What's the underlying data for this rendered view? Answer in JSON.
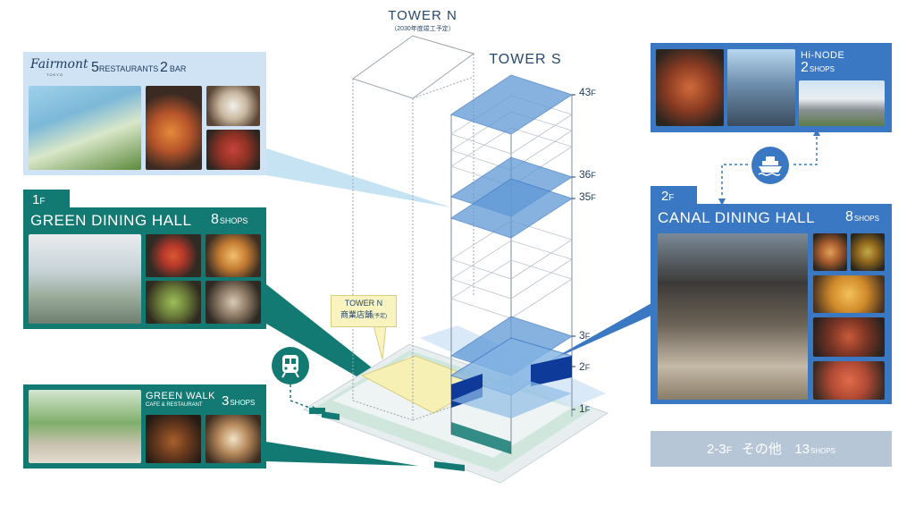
{
  "towers": {
    "north_title": "TOWER N",
    "north_sub": "（2030年度竣工予定）",
    "south_title": "TOWER S",
    "north_retail_line1": "TOWER N",
    "north_retail_line2": "商業店舗",
    "north_retail_note": "(予定)"
  },
  "floors": {
    "f43": "43",
    "f36": "36",
    "f35": "35",
    "f3": "3",
    "f2": "2",
    "f1": "1",
    "suffix": "F"
  },
  "fairmont": {
    "logo": "Fairmont",
    "logo_sub": "TOKYO",
    "restaurants_count": "5",
    "restaurants_label": "RESTAURANTS",
    "bar_count": "2",
    "bar_label": "BAR"
  },
  "green_dining": {
    "floor_num": "1",
    "floor_suffix": "F",
    "title": "GREEN DINING HALL",
    "count": "8",
    "count_label": "SHOPS"
  },
  "green_walk": {
    "title": "GREEN WALK",
    "subtitle": "CAFE & RESTAURANT",
    "count": "3",
    "count_label": "SHOPS"
  },
  "hi_node": {
    "title": "Hi-NODE",
    "count": "2",
    "count_label": "SHOPS"
  },
  "canal_dining": {
    "floor_num": "2",
    "floor_suffix": "F",
    "title": "CANAL DINING HALL",
    "count": "8",
    "count_label": "SHOPS"
  },
  "other_floors": {
    "range": "2-3",
    "floor_suffix": "F",
    "label": "その他",
    "count": "13",
    "count_label": "SHOPS"
  },
  "icons": [
    "train-icon",
    "ship-icon"
  ],
  "colors": {
    "teal": "#127a72",
    "blue": "#3b78c4",
    "navy": "#0e3a9a",
    "light_blue_panel": "#cfe3f4",
    "pale_yellow": "#f8f3bf",
    "grey_panel": "#b7c6d6"
  }
}
